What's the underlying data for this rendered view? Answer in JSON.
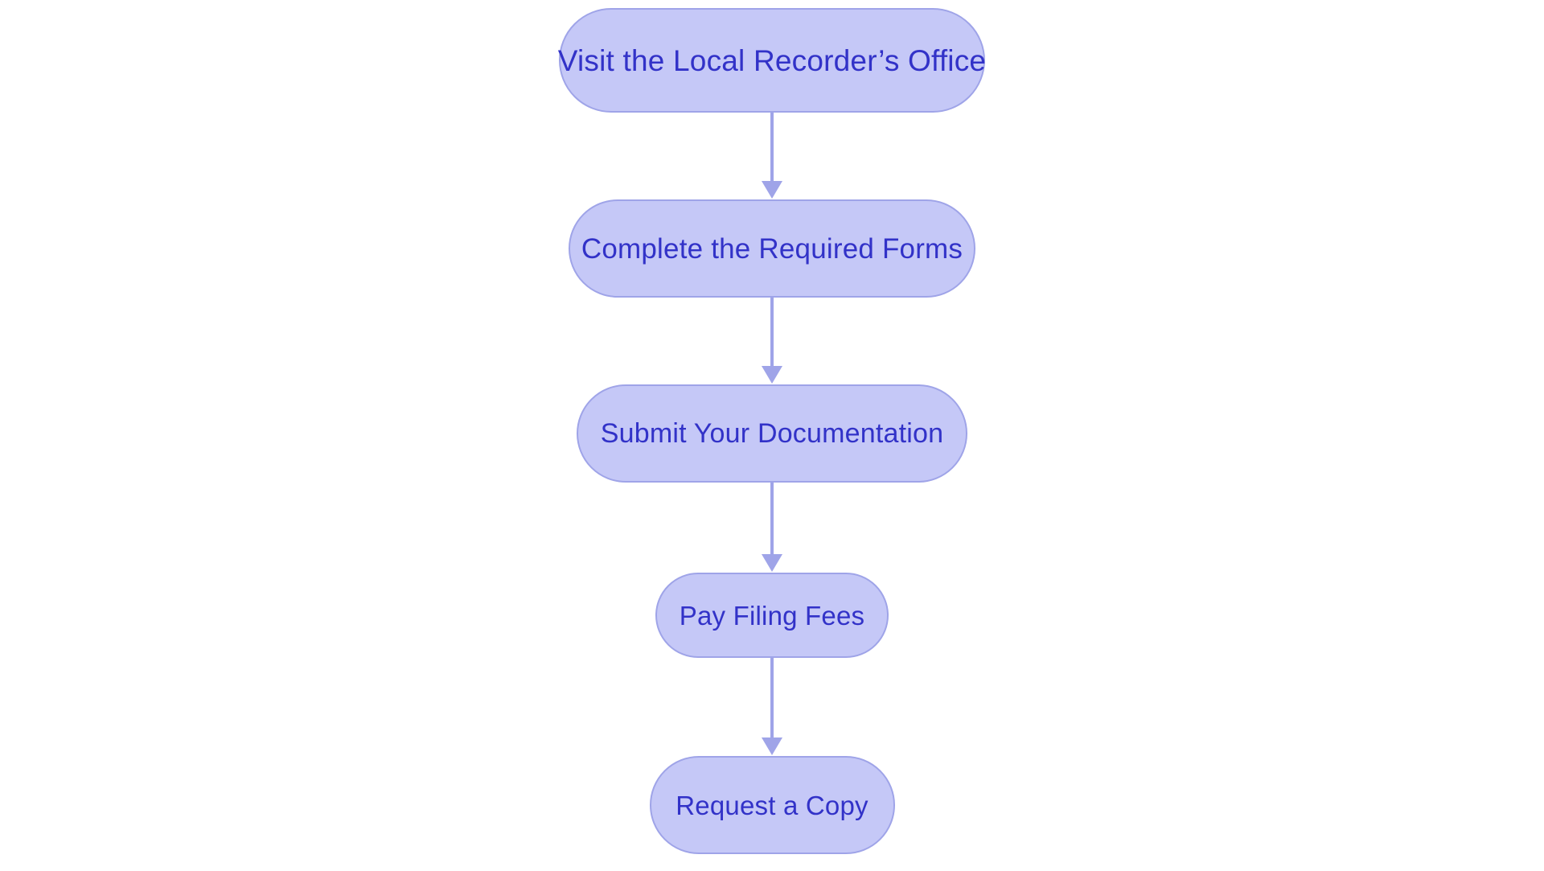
{
  "diagram": {
    "type": "flowchart",
    "orientation": "vertical-top-to-bottom",
    "background_color": "#ffffff",
    "node_fill_color": "#c5c8f7",
    "node_border_color": "#9fa4e8",
    "node_text_color": "#3232c8",
    "connector_color": "#9fa4e8",
    "node_shape": "rounded-pill",
    "nodes": [
      {
        "id": "node-1",
        "label": "Visit the Local Recorder’s Office"
      },
      {
        "id": "node-2",
        "label": "Complete the Required Forms"
      },
      {
        "id": "node-3",
        "label": "Submit Your Documentation"
      },
      {
        "id": "node-4",
        "label": "Pay Filing Fees"
      },
      {
        "id": "node-5",
        "label": "Request a Copy"
      }
    ],
    "edges": [
      {
        "id": "edge-1",
        "from": "node-1",
        "to": "node-2",
        "label": "",
        "arrow": "down-arrow-icon"
      },
      {
        "id": "edge-2",
        "from": "node-2",
        "to": "node-3",
        "label": "",
        "arrow": "down-arrow-icon"
      },
      {
        "id": "edge-3",
        "from": "node-3",
        "to": "node-4",
        "label": "",
        "arrow": "down-arrow-icon"
      },
      {
        "id": "edge-4",
        "from": "node-4",
        "to": "node-5",
        "label": "",
        "arrow": "down-arrow-icon"
      }
    ]
  }
}
